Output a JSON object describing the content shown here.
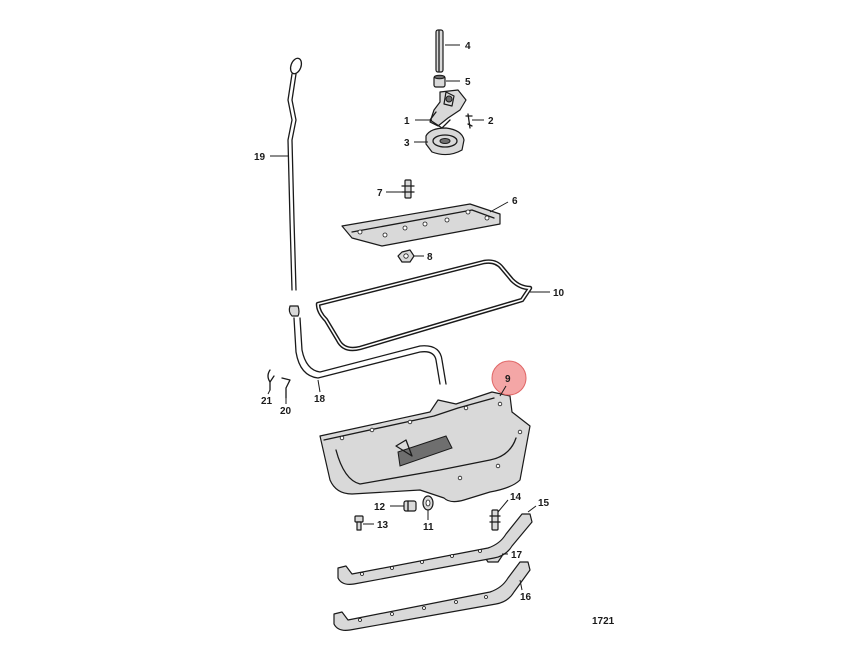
{
  "figure_number": "1721",
  "highlight_color": "#f4a6a6",
  "highlight_stroke": "#e06666",
  "callouts": [
    {
      "id": "1",
      "label": "1"
    },
    {
      "id": "2",
      "label": "2"
    },
    {
      "id": "3",
      "label": "3"
    },
    {
      "id": "4",
      "label": "4"
    },
    {
      "id": "5",
      "label": "5"
    },
    {
      "id": "6",
      "label": "6"
    },
    {
      "id": "7",
      "label": "7"
    },
    {
      "id": "8",
      "label": "8"
    },
    {
      "id": "9",
      "label": "9",
      "highlighted": true
    },
    {
      "id": "10",
      "label": "10"
    },
    {
      "id": "11",
      "label": "11"
    },
    {
      "id": "12",
      "label": "12"
    },
    {
      "id": "13",
      "label": "13"
    },
    {
      "id": "14",
      "label": "14"
    },
    {
      "id": "15",
      "label": "15"
    },
    {
      "id": "16",
      "label": "16"
    },
    {
      "id": "17",
      "label": "17"
    },
    {
      "id": "18",
      "label": "18"
    },
    {
      "id": "19",
      "label": "19"
    },
    {
      "id": "20",
      "label": "20"
    },
    {
      "id": "21",
      "label": "21"
    }
  ]
}
